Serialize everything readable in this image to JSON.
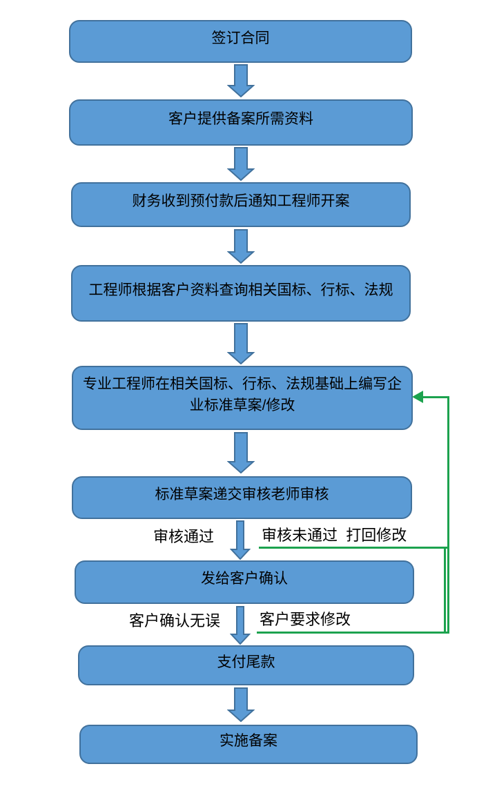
{
  "flowchart": {
    "steps": [
      {
        "label": "签订合同"
      },
      {
        "label": "客户提供备案所需资料"
      },
      {
        "label": "财务收到预付款后通知工程师开案"
      },
      {
        "label": "工程师根据客户资料查询相关国标、行标、法规"
      },
      {
        "label": "专业工程师在相关国标、行标、法规基础上编写企业标准草案/修改"
      },
      {
        "label": "标准草案递交审核老师审核"
      },
      {
        "label": "发给客户确认"
      },
      {
        "label": "支付尾款"
      },
      {
        "label": "实施备案"
      }
    ],
    "branch_labels": {
      "review_passed": "审核通过",
      "review_failed": "审核未通过  打回修改",
      "customer_confirmed": "客户确认无误",
      "customer_requests_changes": "客户要求修改"
    },
    "colors": {
      "node_fill": "#5b9bd5",
      "node_border": "#41719c",
      "arrow_fill": "#5b9bd5",
      "arrow_border": "#41719c",
      "feedback_line": "#1ca24e",
      "text": "#000000",
      "background": "#ffffff"
    }
  }
}
